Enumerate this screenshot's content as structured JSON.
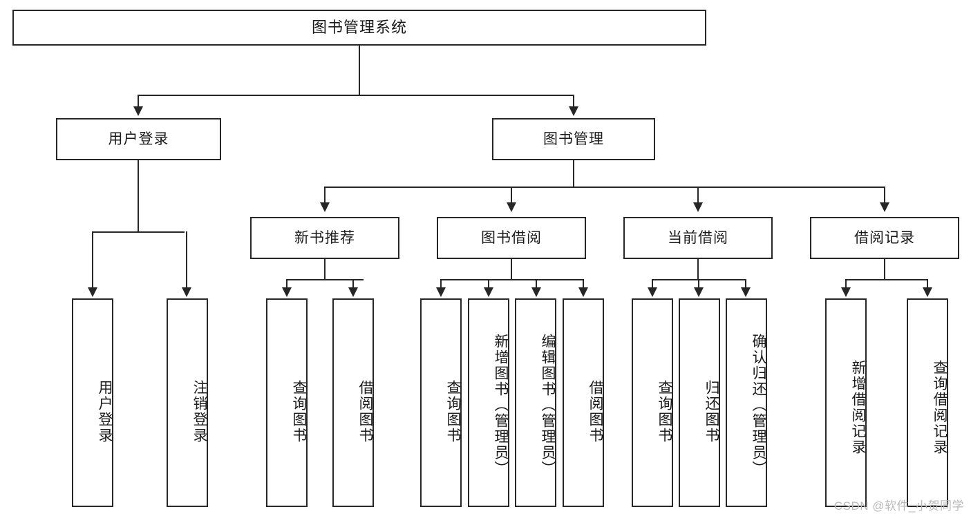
{
  "diagram": {
    "type": "tree",
    "title": "图书管理系统",
    "root": {
      "label": "图书管理系统"
    },
    "level2": [
      {
        "id": "user-login",
        "label": "用户登录"
      },
      {
        "id": "book-manage",
        "label": "图书管理"
      }
    ],
    "level3": [
      {
        "id": "new-book-recommend",
        "label": "新书推荐",
        "parent": "book-manage"
      },
      {
        "id": "book-borrow",
        "label": "图书借阅",
        "parent": "book-manage"
      },
      {
        "id": "current-borrow",
        "label": "当前借阅",
        "parent": "book-manage"
      },
      {
        "id": "borrow-record",
        "label": "借阅记录",
        "parent": "book-manage"
      }
    ],
    "leaves": [
      {
        "id": "leaf-user-login",
        "label": "用户登录",
        "parent": "user-login"
      },
      {
        "id": "leaf-logout",
        "label": "注销登录",
        "parent": "user-login"
      },
      {
        "id": "leaf-query-book-1",
        "label": "查询图书",
        "parent": "new-book-recommend"
      },
      {
        "id": "leaf-borrow-book-1",
        "label": "借阅图书",
        "parent": "new-book-recommend"
      },
      {
        "id": "leaf-query-book-2",
        "label": "查询图书",
        "parent": "book-borrow"
      },
      {
        "id": "leaf-add-book",
        "label": "新增图书（管理员）",
        "parent": "book-borrow"
      },
      {
        "id": "leaf-edit-book",
        "label": "编辑图书（管理员）",
        "parent": "book-borrow"
      },
      {
        "id": "leaf-borrow-book-2",
        "label": "借阅图书",
        "parent": "book-borrow"
      },
      {
        "id": "leaf-query-book-3",
        "label": "查询图书",
        "parent": "current-borrow"
      },
      {
        "id": "leaf-return-book",
        "label": "归还图书",
        "parent": "current-borrow"
      },
      {
        "id": "leaf-confirm-return",
        "label": "确认归还（管理员）",
        "parent": "current-borrow"
      },
      {
        "id": "leaf-add-record",
        "label": "新增借阅记录",
        "parent": "borrow-record"
      },
      {
        "id": "leaf-query-record",
        "label": "查询借阅记录",
        "parent": "borrow-record"
      }
    ],
    "colors": {
      "stroke": "#262626",
      "fill": "#ffffff",
      "text": "#1a1a1a",
      "watermark": "#b9b9b9"
    }
  },
  "watermark": {
    "text": "CSDN @软件_小贺同学"
  }
}
